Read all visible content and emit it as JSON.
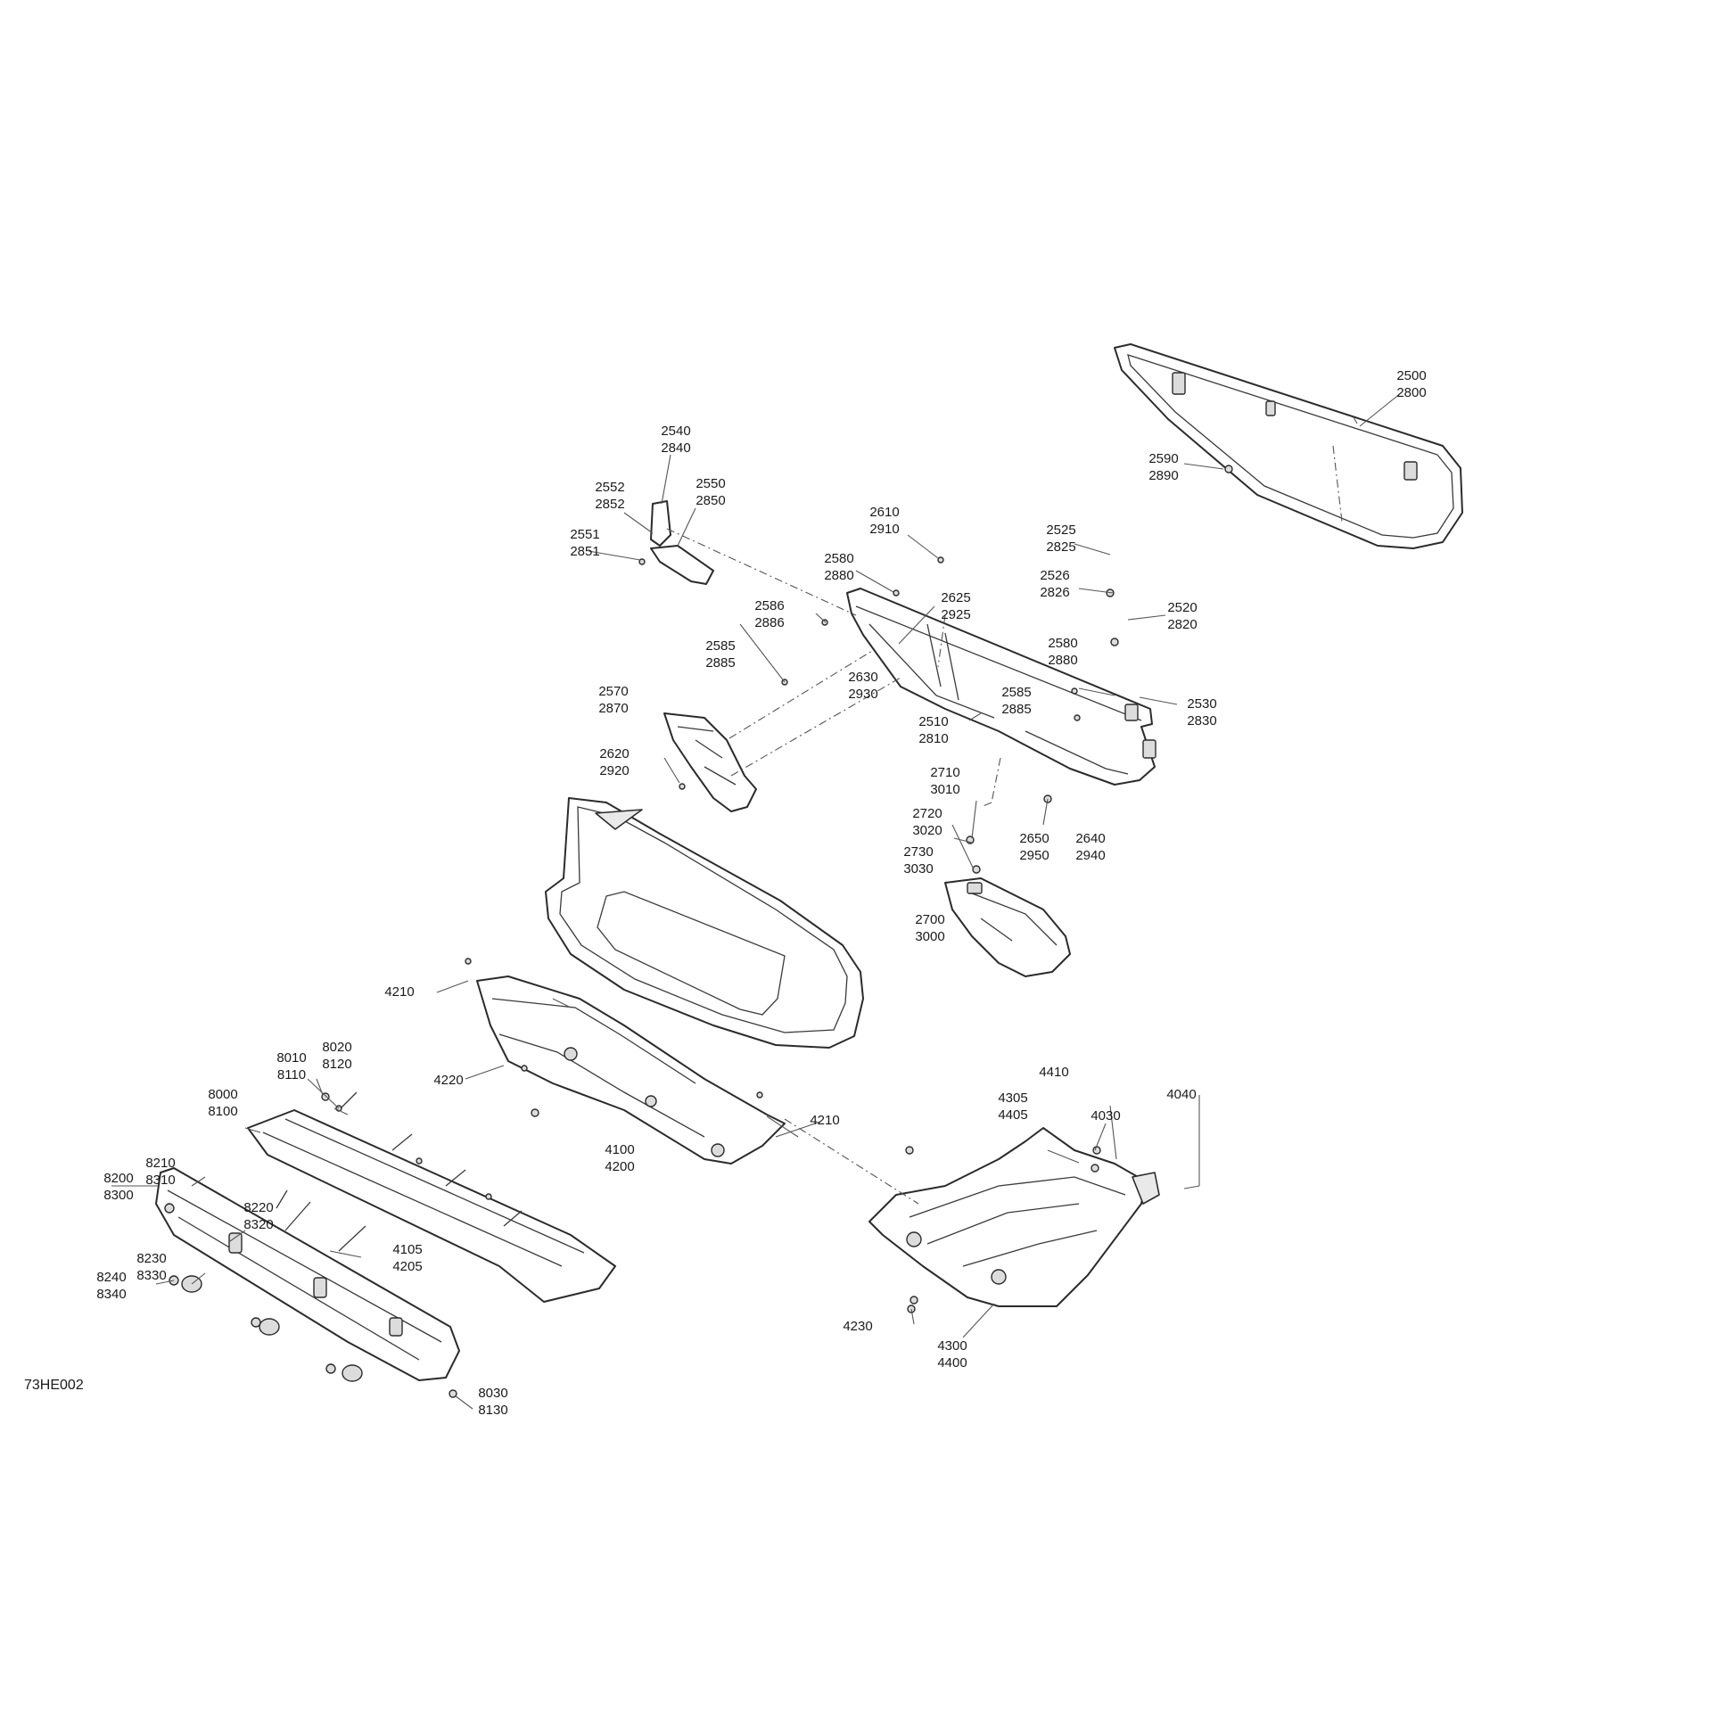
{
  "drawing_ref": "73HE002",
  "callouts": [
    {
      "id": "c2500",
      "numbers": [
        "2500",
        "2800"
      ]
    },
    {
      "id": "c2540",
      "numbers": [
        "2540",
        "2840"
      ]
    },
    {
      "id": "c2552",
      "numbers": [
        "2552",
        "2852"
      ]
    },
    {
      "id": "c2550",
      "numbers": [
        "2550",
        "2850"
      ]
    },
    {
      "id": "c2551",
      "numbers": [
        "2551",
        "2851"
      ]
    },
    {
      "id": "c2590",
      "numbers": [
        "2590",
        "2890"
      ]
    },
    {
      "id": "c2610",
      "numbers": [
        "2610",
        "2910"
      ]
    },
    {
      "id": "c2525",
      "numbers": [
        "2525",
        "2825"
      ]
    },
    {
      "id": "c2580a",
      "numbers": [
        "2580",
        "2880"
      ]
    },
    {
      "id": "c2526",
      "numbers": [
        "2526",
        "2826"
      ]
    },
    {
      "id": "c2625",
      "numbers": [
        "2625",
        "2925"
      ]
    },
    {
      "id": "c2520",
      "numbers": [
        "2520",
        "2820"
      ]
    },
    {
      "id": "c2586",
      "numbers": [
        "2586",
        "2886"
      ]
    },
    {
      "id": "c2585a",
      "numbers": [
        "2585",
        "2885"
      ]
    },
    {
      "id": "c2580b",
      "numbers": [
        "2580",
        "2880"
      ]
    },
    {
      "id": "c2630",
      "numbers": [
        "2630",
        "2930"
      ]
    },
    {
      "id": "c2570",
      "numbers": [
        "2570",
        "2870"
      ]
    },
    {
      "id": "c2585b",
      "numbers": [
        "2585",
        "2885"
      ]
    },
    {
      "id": "c2530",
      "numbers": [
        "2530",
        "2830"
      ]
    },
    {
      "id": "c2510",
      "numbers": [
        "2510",
        "2810"
      ]
    },
    {
      "id": "c2620",
      "numbers": [
        "2620",
        "2920"
      ]
    },
    {
      "id": "c2710",
      "numbers": [
        "2710",
        "3010"
      ]
    },
    {
      "id": "c2720",
      "numbers": [
        "2720",
        "3020"
      ]
    },
    {
      "id": "c2650",
      "numbers": [
        "2650",
        "2950"
      ]
    },
    {
      "id": "c2640",
      "numbers": [
        "2640",
        "2940"
      ]
    },
    {
      "id": "c2730",
      "numbers": [
        "2730",
        "3030"
      ]
    },
    {
      "id": "c2700",
      "numbers": [
        "2700",
        "3000"
      ]
    },
    {
      "id": "c4210a",
      "numbers": [
        "4210"
      ]
    },
    {
      "id": "c8020",
      "numbers": [
        "8020",
        "8120"
      ]
    },
    {
      "id": "c8010",
      "numbers": [
        "8010",
        "8110"
      ]
    },
    {
      "id": "c8000",
      "numbers": [
        "8000",
        "8100"
      ]
    },
    {
      "id": "c4220",
      "numbers": [
        "4220"
      ]
    },
    {
      "id": "c4410",
      "numbers": [
        "4410"
      ]
    },
    {
      "id": "c4305",
      "numbers": [
        "4305",
        "4405"
      ]
    },
    {
      "id": "c4030",
      "numbers": [
        "4030"
      ]
    },
    {
      "id": "c4040",
      "numbers": [
        "4040"
      ]
    },
    {
      "id": "c4210b",
      "numbers": [
        "4210"
      ]
    },
    {
      "id": "c8210",
      "numbers": [
        "8210",
        "8310"
      ]
    },
    {
      "id": "c8200",
      "numbers": [
        "8200",
        "8300"
      ]
    },
    {
      "id": "c4100",
      "numbers": [
        "4100",
        "4200"
      ]
    },
    {
      "id": "c8220",
      "numbers": [
        "8220",
        "8320"
      ]
    },
    {
      "id": "c4105",
      "numbers": [
        "4105",
        "4205"
      ]
    },
    {
      "id": "c8230",
      "numbers": [
        "8230",
        "8330"
      ]
    },
    {
      "id": "c8240",
      "numbers": [
        "8240",
        "8340"
      ]
    },
    {
      "id": "c4230",
      "numbers": [
        "4230"
      ]
    },
    {
      "id": "c4300",
      "numbers": [
        "4300",
        "4400"
      ]
    },
    {
      "id": "c8030",
      "numbers": [
        "8030",
        "8130"
      ]
    }
  ]
}
